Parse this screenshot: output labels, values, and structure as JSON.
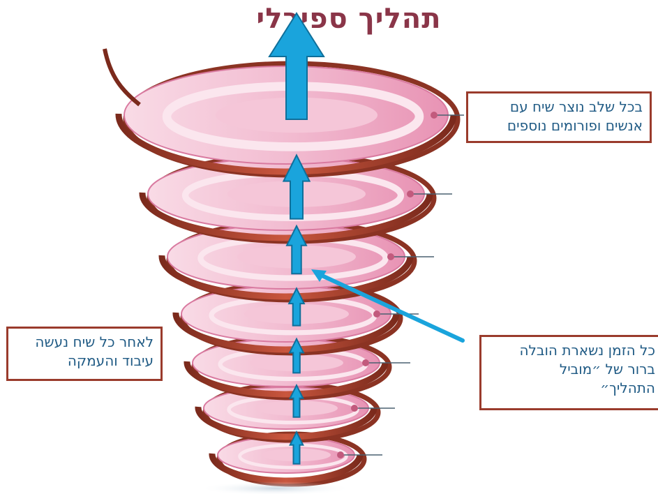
{
  "title": "תהליך ספירלי",
  "callouts": {
    "top": {
      "lines": [
        "בכל שלב נוצר שיח עם",
        "אנשים ופורומים נוספים"
      ]
    },
    "left": {
      "lines": [
        "לאחר כל שיח נעשה",
        "עיבוד והעמקה"
      ]
    },
    "right": {
      "lines": [
        "כל  הזמן נשארת הובלה",
        "ברור של ״מוביל",
        "התהליך״"
      ]
    }
  },
  "colors": {
    "title": "#8a3548",
    "ribbon": "#a8412c",
    "disc": "#f0b5cc",
    "arrow": "#1aa4dc",
    "callout_border": "#9a3b2c",
    "callout_text": "#1f5a84"
  },
  "icons": [
    "up-arrow-icon",
    "pointer-arrow-icon"
  ]
}
